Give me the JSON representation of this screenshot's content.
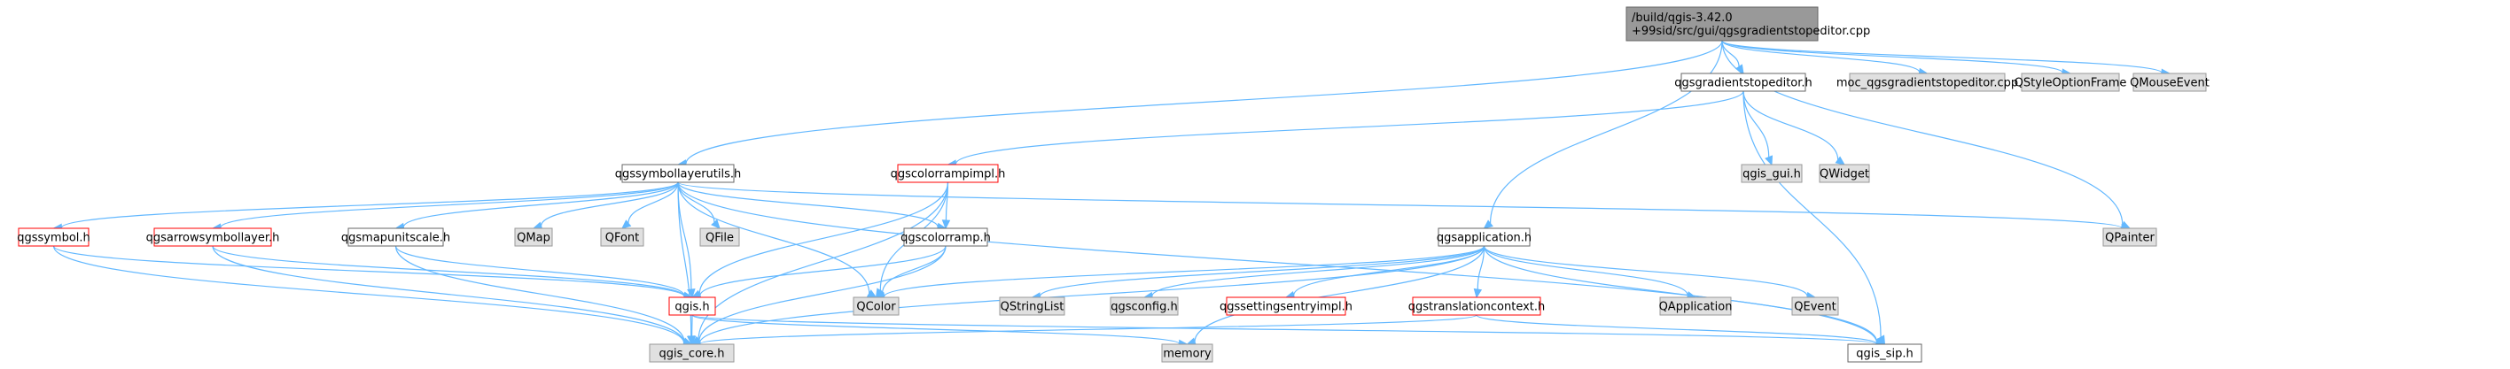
{
  "graph": {
    "nodes": [
      {
        "id": "root",
        "lines": [
          "/build/qgis-3.42.0",
          "+99sid/src/gui/qgsgradientstopeditor.cpp"
        ],
        "style": "root"
      },
      {
        "id": "qgsgradientstopeditor_h",
        "lines": [
          "qgsgradientstopeditor.h"
        ],
        "style": "normal"
      },
      {
        "id": "moc_cpp",
        "lines": [
          "moc_qgsgradientstopeditor.cpp"
        ],
        "style": "grey"
      },
      {
        "id": "QStyleOptionFrame",
        "lines": [
          "QStyleOptionFrame"
        ],
        "style": "grey"
      },
      {
        "id": "QMouseEvent",
        "lines": [
          "QMouseEvent"
        ],
        "style": "grey"
      },
      {
        "id": "qgssymbollayerutils_h",
        "lines": [
          "qgssymbollayerutils.h"
        ],
        "style": "normal"
      },
      {
        "id": "qgscolorrampimpl_h",
        "lines": [
          "qgscolorrampimpl.h"
        ],
        "style": "red"
      },
      {
        "id": "qgis_gui_h",
        "lines": [
          "qgis_gui.h"
        ],
        "style": "grey"
      },
      {
        "id": "QWidget",
        "lines": [
          "QWidget"
        ],
        "style": "grey"
      },
      {
        "id": "qgssymbol_h",
        "lines": [
          "qgssymbol.h"
        ],
        "style": "red"
      },
      {
        "id": "qgsarrowsymbollayer_h",
        "lines": [
          "qgsarrowsymbollayer.h"
        ],
        "style": "red"
      },
      {
        "id": "qgsmapunitscale_h",
        "lines": [
          "qgsmapunitscale.h"
        ],
        "style": "normal"
      },
      {
        "id": "QMap",
        "lines": [
          "QMap"
        ],
        "style": "grey"
      },
      {
        "id": "QFont",
        "lines": [
          "QFont"
        ],
        "style": "grey"
      },
      {
        "id": "QFile",
        "lines": [
          "QFile"
        ],
        "style": "grey"
      },
      {
        "id": "qgscolorramp_h",
        "lines": [
          "qgscolorramp.h"
        ],
        "style": "normal"
      },
      {
        "id": "qgsapplication_h",
        "lines": [
          "qgsapplication.h"
        ],
        "style": "normal"
      },
      {
        "id": "QPainter",
        "lines": [
          "QPainter"
        ],
        "style": "grey"
      },
      {
        "id": "qgis_h",
        "lines": [
          "qgis.h"
        ],
        "style": "red"
      },
      {
        "id": "QColor",
        "lines": [
          "QColor"
        ],
        "style": "grey"
      },
      {
        "id": "QStringList",
        "lines": [
          "QStringList"
        ],
        "style": "grey"
      },
      {
        "id": "qgsconfig_h",
        "lines": [
          "qgsconfig.h"
        ],
        "style": "grey"
      },
      {
        "id": "qgssettingsentryimpl_h",
        "lines": [
          "qgssettingsentryimpl.h"
        ],
        "style": "red"
      },
      {
        "id": "qgstranslationcontext_h",
        "lines": [
          "qgstranslationcontext.h"
        ],
        "style": "red"
      },
      {
        "id": "QApplication",
        "lines": [
          "QApplication"
        ],
        "style": "grey"
      },
      {
        "id": "QEvent",
        "lines": [
          "QEvent"
        ],
        "style": "grey"
      },
      {
        "id": "qgis_core_h",
        "lines": [
          "qgis_core.h"
        ],
        "style": "grey"
      },
      {
        "id": "memory",
        "lines": [
          "memory"
        ],
        "style": "grey"
      },
      {
        "id": "qgis_sip_h",
        "lines": [
          "qgis_sip.h"
        ],
        "style": "normal"
      }
    ],
    "edges": [
      [
        "root",
        "qgsgradientstopeditor_h"
      ],
      [
        "root",
        "moc_cpp"
      ],
      [
        "root",
        "QStyleOptionFrame"
      ],
      [
        "root",
        "QMouseEvent"
      ],
      [
        "root",
        "qgssymbollayerutils_h"
      ],
      [
        "root",
        "qgsapplication_h"
      ],
      [
        "root",
        "QPainter"
      ],
      [
        "qgsgradientstopeditor_h",
        "qgscolorrampimpl_h"
      ],
      [
        "qgsgradientstopeditor_h",
        "qgis_gui_h"
      ],
      [
        "qgsgradientstopeditor_h",
        "QWidget"
      ],
      [
        "qgsgradientstopeditor_h",
        "qgis_sip_h"
      ],
      [
        "qgssymbollayerutils_h",
        "qgssymbol_h"
      ],
      [
        "qgssymbollayerutils_h",
        "qgsarrowsymbollayer_h"
      ],
      [
        "qgssymbollayerutils_h",
        "qgsmapunitscale_h"
      ],
      [
        "qgssymbollayerutils_h",
        "QMap"
      ],
      [
        "qgssymbollayerutils_h",
        "QFont"
      ],
      [
        "qgssymbollayerutils_h",
        "QFile"
      ],
      [
        "qgssymbollayerutils_h",
        "qgscolorramp_h"
      ],
      [
        "qgssymbollayerutils_h",
        "QColor"
      ],
      [
        "qgssymbollayerutils_h",
        "QPainter"
      ],
      [
        "qgssymbollayerutils_h",
        "qgis_h"
      ],
      [
        "qgssymbollayerutils_h",
        "qgis_core_h"
      ],
      [
        "qgssymbollayerutils_h",
        "qgis_sip_h"
      ],
      [
        "qgscolorrampimpl_h",
        "qgscolorramp_h"
      ],
      [
        "qgscolorrampimpl_h",
        "QColor"
      ],
      [
        "qgscolorrampimpl_h",
        "qgis_h"
      ],
      [
        "qgscolorrampimpl_h",
        "qgis_core_h"
      ],
      [
        "qgssymbol_h",
        "qgis_h"
      ],
      [
        "qgssymbol_h",
        "qgis_core_h"
      ],
      [
        "qgsarrowsymbollayer_h",
        "qgis_h"
      ],
      [
        "qgsarrowsymbollayer_h",
        "qgis_core_h"
      ],
      [
        "qgsmapunitscale_h",
        "qgis_h"
      ],
      [
        "qgsmapunitscale_h",
        "qgis_core_h"
      ],
      [
        "qgscolorramp_h",
        "QColor"
      ],
      [
        "qgscolorramp_h",
        "qgis_h"
      ],
      [
        "qgscolorramp_h",
        "qgis_core_h"
      ],
      [
        "qgsapplication_h",
        "QColor"
      ],
      [
        "qgsapplication_h",
        "QStringList"
      ],
      [
        "qgsapplication_h",
        "qgsconfig_h"
      ],
      [
        "qgsapplication_h",
        "qgssettingsentryimpl_h"
      ],
      [
        "qgsapplication_h",
        "qgstranslationcontext_h"
      ],
      [
        "qgsapplication_h",
        "QApplication"
      ],
      [
        "qgsapplication_h",
        "QEvent"
      ],
      [
        "qgsapplication_h",
        "memory"
      ],
      [
        "qgsapplication_h",
        "qgis_core_h"
      ],
      [
        "qgsapplication_h",
        "qgis_sip_h"
      ],
      [
        "qgstranslationcontext_h",
        "qgis_core_h"
      ],
      [
        "qgstranslationcontext_h",
        "qgis_sip_h"
      ],
      [
        "qgis_h",
        "qgis_core_h"
      ],
      [
        "qgis_h",
        "memory"
      ],
      [
        "qgis_h",
        "qgis_sip_h"
      ]
    ]
  },
  "colors": {
    "root_fill": "#999999",
    "root_stroke": "#666666",
    "normal_fill": "#ffffff",
    "normal_stroke": "#666666",
    "red_fill": "#ffffff",
    "red_stroke": "#ff0000",
    "grey_fill": "#e0e0e0",
    "grey_stroke": "#999999",
    "edge": "#63b8ff"
  }
}
